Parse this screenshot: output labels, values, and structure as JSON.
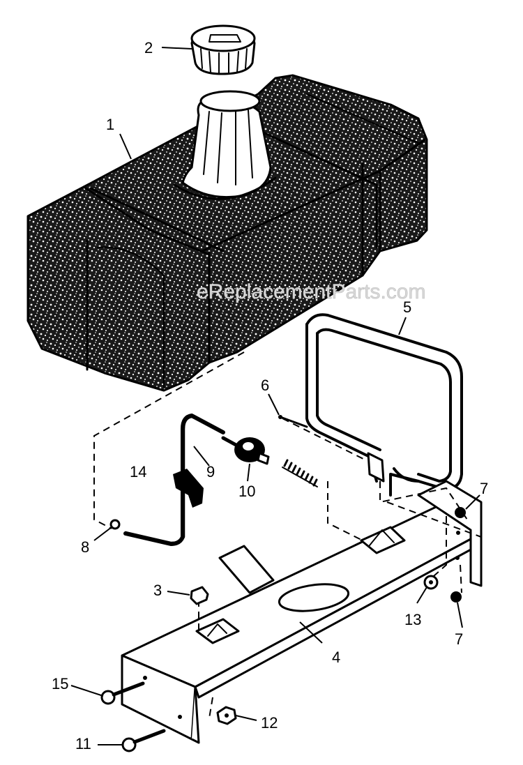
{
  "watermark": "eReplacementParts.com",
  "callouts": {
    "fuel_tank": "1",
    "fuel_cap": "2",
    "nut_3": "3",
    "mounting_bracket": "4",
    "tank_strap": "5",
    "screw_6": "6",
    "nut_7_upper": "7",
    "nut_7_lower": "7",
    "clamp_8": "8",
    "fuel_line": "9",
    "shutoff_valve": "10",
    "bolt_11": "11",
    "nut_12": "12",
    "washer_13": "13",
    "line_clip": "14",
    "bolt_15": "15"
  }
}
